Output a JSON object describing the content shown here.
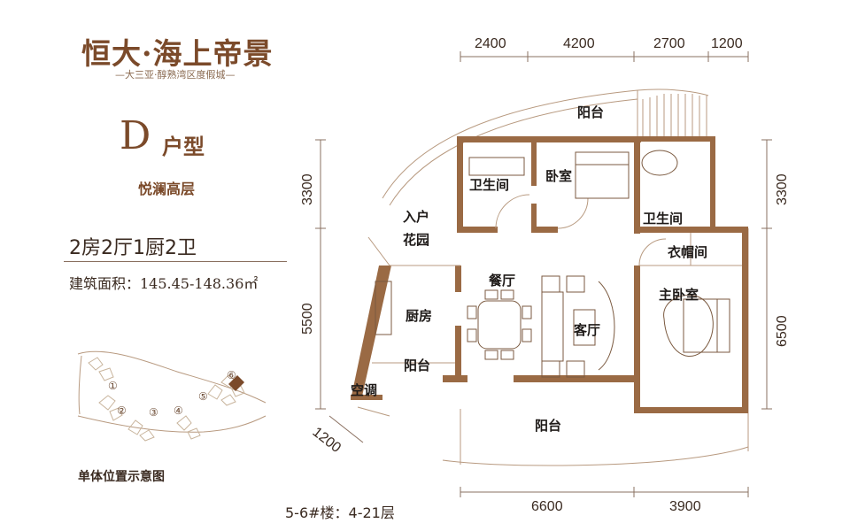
{
  "brand": {
    "name": "恒大·海上帝景",
    "tagline": "—大三亚·醇熟湾区度假城—"
  },
  "unit": {
    "letter": "D",
    "type_suffix": "户型",
    "series": "悦澜高层",
    "layout": "2房2厅1厨2卫",
    "area": "建筑面积：145.45-148.36㎡"
  },
  "rooms": {
    "balcony_top": "阳台",
    "bath1": "卫生间",
    "bedroom": "卧室",
    "bath2": "卫生间",
    "entry_garden_1": "入户",
    "entry_garden_2": "花园",
    "closet": "衣帽间",
    "dining": "餐厅",
    "master": "主卧室",
    "kitchen": "厨房",
    "living": "客厅",
    "balcony_kitchen": "阳台",
    "ac": "空调",
    "balcony_bottom": "阳台"
  },
  "dimensions": {
    "top": [
      "2400",
      "4200",
      "2700",
      "1200"
    ],
    "left_upper": "3300",
    "left_lower": "5500",
    "right_upper": "3300",
    "right_lower": "6500",
    "bottom_left": "6600",
    "bottom_right": "3900",
    "angled": "1200"
  },
  "site_plan": {
    "label": "单体位置示意图",
    "markers": [
      "①",
      "②",
      "③",
      "④",
      "⑤",
      "⑥"
    ]
  },
  "floors": "5-6#楼：4-21层",
  "colors": {
    "wall": "#9a6a44",
    "line": "#b89a80",
    "text": "#3a2a20",
    "brand": "#7b4a2a"
  }
}
